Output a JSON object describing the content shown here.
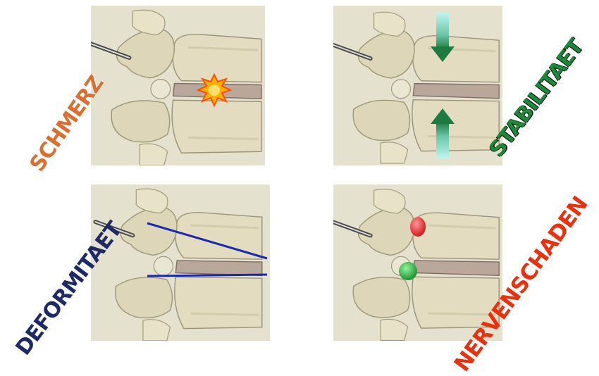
{
  "panels": [
    {
      "id": "schmerz",
      "label": "SCHMERZ",
      "label_color": "#d96f31",
      "marker": "pain-burst"
    },
    {
      "id": "stabilitaet",
      "label": "STABILITAET",
      "label_color": "#1a8a3a",
      "marker": "compression-arrows"
    },
    {
      "id": "deformitaet",
      "label": "DEFORMITAET",
      "label_color": "#1d2a66",
      "marker": "alignment-lines"
    },
    {
      "id": "nervenschaden",
      "label": "NERVENSCHADEN",
      "label_color": "#e8320f",
      "marker": "nerve-dots"
    }
  ]
}
